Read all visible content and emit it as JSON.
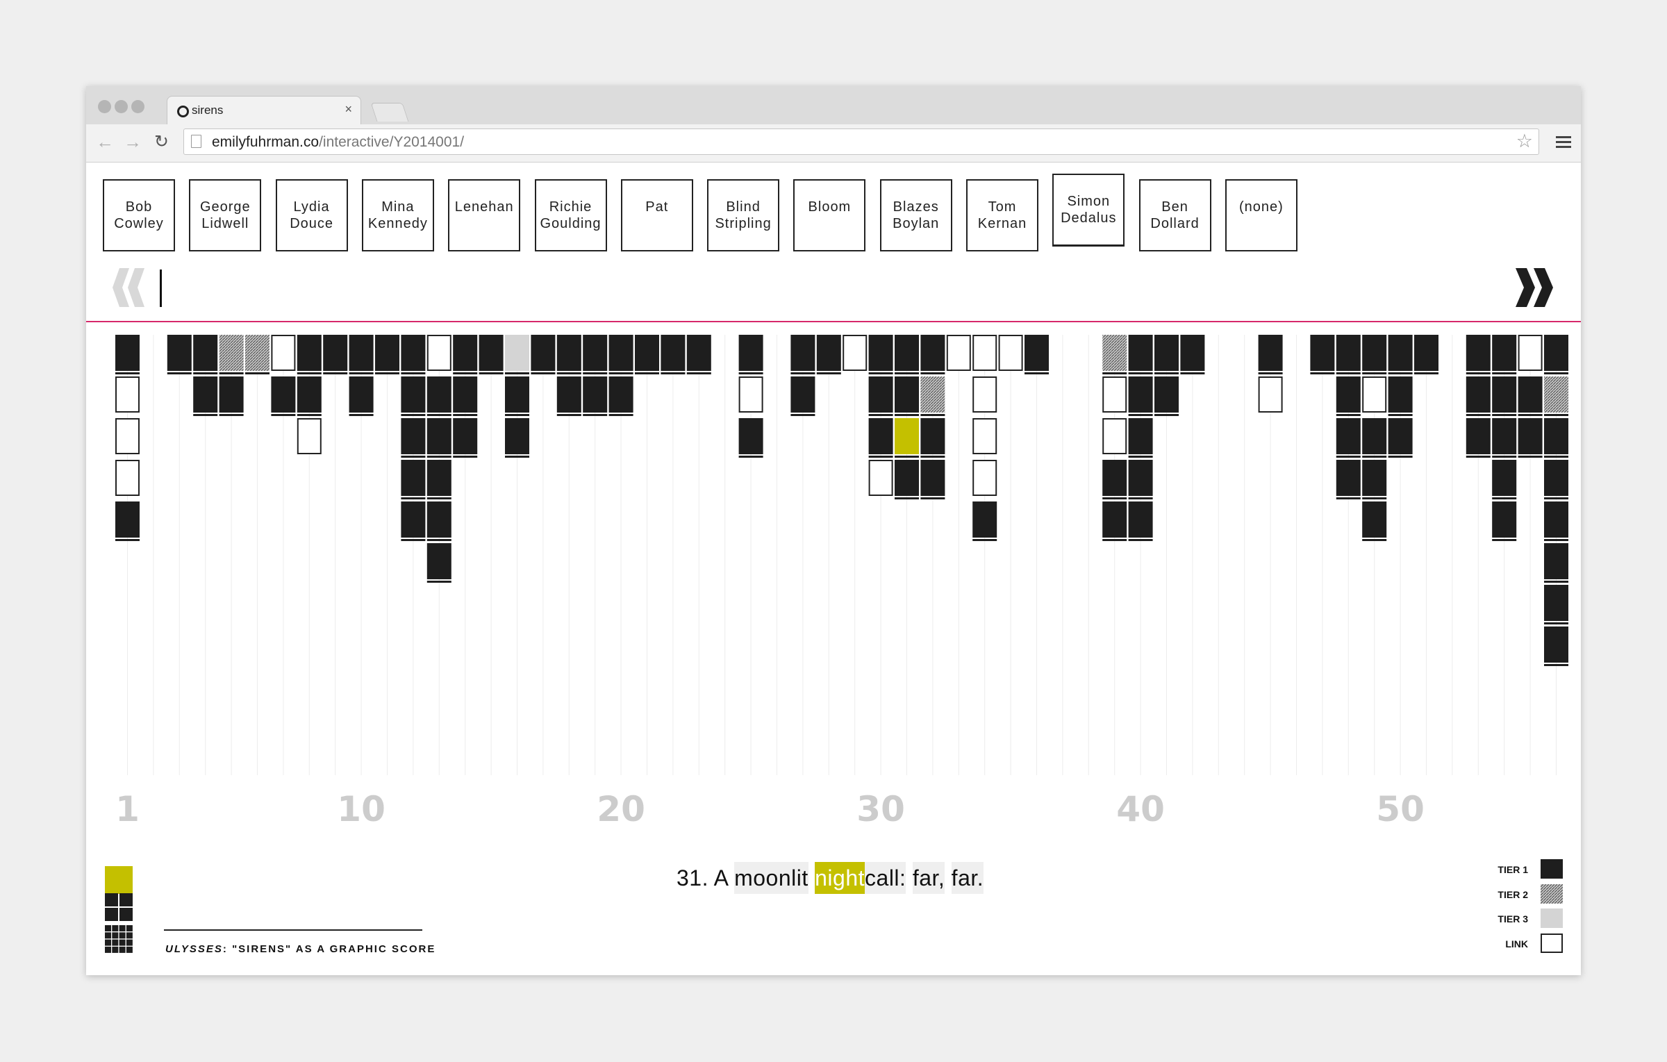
{
  "browser": {
    "tab_title": "sirens",
    "tab_close": "×",
    "url_domain": "emilyfuhrman.co",
    "url_path": "/interactive/Y2014001/",
    "star": "☆"
  },
  "characters": [
    {
      "label": "Bob\nCowley"
    },
    {
      "label": "George\nLidwell"
    },
    {
      "label": "Lydia\nDouce"
    },
    {
      "label": "Mina\nKennedy"
    },
    {
      "label": "Lenehan"
    },
    {
      "label": "Richie\nGoulding"
    },
    {
      "label": "Pat"
    },
    {
      "label": "Blind\nStripling"
    },
    {
      "label": "Bloom"
    },
    {
      "label": "Blazes\nBoylan"
    },
    {
      "label": "Tom\nKernan"
    },
    {
      "label": "Simon\nDedalus",
      "selected": true
    },
    {
      "label": "Ben\nDollard"
    },
    {
      "label": "(none)"
    }
  ],
  "score": {
    "axis_labels": [
      {
        "label": "1",
        "column": 1
      },
      {
        "label": "10",
        "column": 10
      },
      {
        "label": "20",
        "column": 20
      },
      {
        "label": "30",
        "column": 30
      },
      {
        "label": "40",
        "column": 40
      },
      {
        "label": "50",
        "column": 50
      }
    ],
    "columns": [
      {
        "n": 1,
        "cells": [
          "t1",
          "link",
          "link",
          "link",
          "t1"
        ]
      },
      {
        "n": 3,
        "cells": [
          "t1"
        ]
      },
      {
        "n": 4,
        "cells": [
          "t1",
          "t1"
        ]
      },
      {
        "n": 5,
        "cells": [
          "t2",
          "t1"
        ]
      },
      {
        "n": 6,
        "cells": [
          "t2"
        ]
      },
      {
        "n": 7,
        "cells": [
          "link",
          "t1"
        ]
      },
      {
        "n": 8,
        "cells": [
          "t1",
          "t1",
          "link"
        ]
      },
      {
        "n": 9,
        "cells": [
          "t1"
        ]
      },
      {
        "n": 10,
        "cells": [
          "t1",
          "t1"
        ]
      },
      {
        "n": 11,
        "cells": [
          "t1"
        ]
      },
      {
        "n": 12,
        "cells": [
          "t1",
          "t1",
          "t1",
          "t1",
          "t1"
        ]
      },
      {
        "n": 13,
        "cells": [
          "link",
          "t1",
          "t1",
          "t1",
          "t1",
          "t1"
        ]
      },
      {
        "n": 14,
        "cells": [
          "t1",
          "t1",
          "t1"
        ]
      },
      {
        "n": 15,
        "cells": [
          "t1"
        ]
      },
      {
        "n": 16,
        "cells": [
          "t3",
          "t1",
          "t1"
        ]
      },
      {
        "n": 17,
        "cells": [
          "t1"
        ]
      },
      {
        "n": 18,
        "cells": [
          "t1",
          "t1"
        ]
      },
      {
        "n": 19,
        "cells": [
          "t1",
          "t1"
        ]
      },
      {
        "n": 20,
        "cells": [
          "t1",
          "t1"
        ]
      },
      {
        "n": 21,
        "cells": [
          "t1"
        ]
      },
      {
        "n": 22,
        "cells": [
          "t1"
        ]
      },
      {
        "n": 23,
        "cells": [
          "t1"
        ]
      },
      {
        "n": 25,
        "cells": [
          "t1",
          "link",
          "t1"
        ]
      },
      {
        "n": 27,
        "cells": [
          "t1",
          "t1"
        ]
      },
      {
        "n": 28,
        "cells": [
          "t1"
        ]
      },
      {
        "n": 29,
        "cells": [
          "link"
        ]
      },
      {
        "n": 30,
        "cells": [
          "t1",
          "t1",
          "t1",
          "link"
        ]
      },
      {
        "n": 31,
        "cells": [
          "t1",
          "t1",
          "highlight",
          "t1"
        ]
      },
      {
        "n": 32,
        "cells": [
          "t1",
          "t2",
          "t1",
          "t1"
        ]
      },
      {
        "n": 33,
        "cells": [
          "link"
        ]
      },
      {
        "n": 34,
        "cells": [
          "link",
          "link",
          "link",
          "link",
          "t1"
        ]
      },
      {
        "n": 35,
        "cells": [
          "link"
        ]
      },
      {
        "n": 36,
        "cells": [
          "t1"
        ]
      },
      {
        "n": 39,
        "cells": [
          "t2",
          "link",
          "link",
          "t1",
          "t1"
        ]
      },
      {
        "n": 40,
        "cells": [
          "t1",
          "t1",
          "t1",
          "t1",
          "t1"
        ]
      },
      {
        "n": 41,
        "cells": [
          "t1",
          "t1"
        ]
      },
      {
        "n": 42,
        "cells": [
          "t1"
        ]
      },
      {
        "n": 45,
        "cells": [
          "t1",
          "link"
        ]
      },
      {
        "n": 47,
        "cells": [
          "t1"
        ]
      },
      {
        "n": 48,
        "cells": [
          "t1",
          "t1",
          "t1",
          "t1"
        ]
      },
      {
        "n": 49,
        "cells": [
          "t1",
          "link",
          "t1",
          "t1",
          "t1"
        ]
      },
      {
        "n": 50,
        "cells": [
          "t1",
          "t1",
          "t1"
        ]
      },
      {
        "n": 51,
        "cells": [
          "t1"
        ]
      },
      {
        "n": 53,
        "cells": [
          "t1",
          "t1",
          "t1"
        ]
      },
      {
        "n": 54,
        "cells": [
          "t1",
          "t1",
          "t1",
          "t1",
          "t1"
        ]
      },
      {
        "n": 55,
        "cells": [
          "link",
          "t1",
          "t1"
        ]
      },
      {
        "n": 56,
        "cells": [
          "t1",
          "t2",
          "t1",
          "t1",
          "t1",
          "t1",
          "t1",
          "t1"
        ]
      }
    ]
  },
  "sentence": {
    "prefix": "31. A ",
    "words": [
      "moonlit",
      "night",
      "call:",
      "far,",
      "far."
    ],
    "highlighted_word": "night",
    "highlight_color": "#c4c000"
  },
  "caption": {
    "title_italic": "ULYSSES",
    "rest": ": \"SIRENS\" AS A GRAPHIC SCORE"
  },
  "legend": [
    {
      "label": "TIER 1",
      "type": "t1"
    },
    {
      "label": "TIER 2",
      "type": "t2"
    },
    {
      "label": "TIER 3",
      "type": "t3"
    },
    {
      "label": "LINK",
      "type": "link"
    }
  ],
  "colors": {
    "accent": "#c4c000",
    "divider": "#d6286a",
    "tier1": "#1e1e1e",
    "tier3": "#d4d4d4",
    "axis_label": "#cccccc"
  }
}
